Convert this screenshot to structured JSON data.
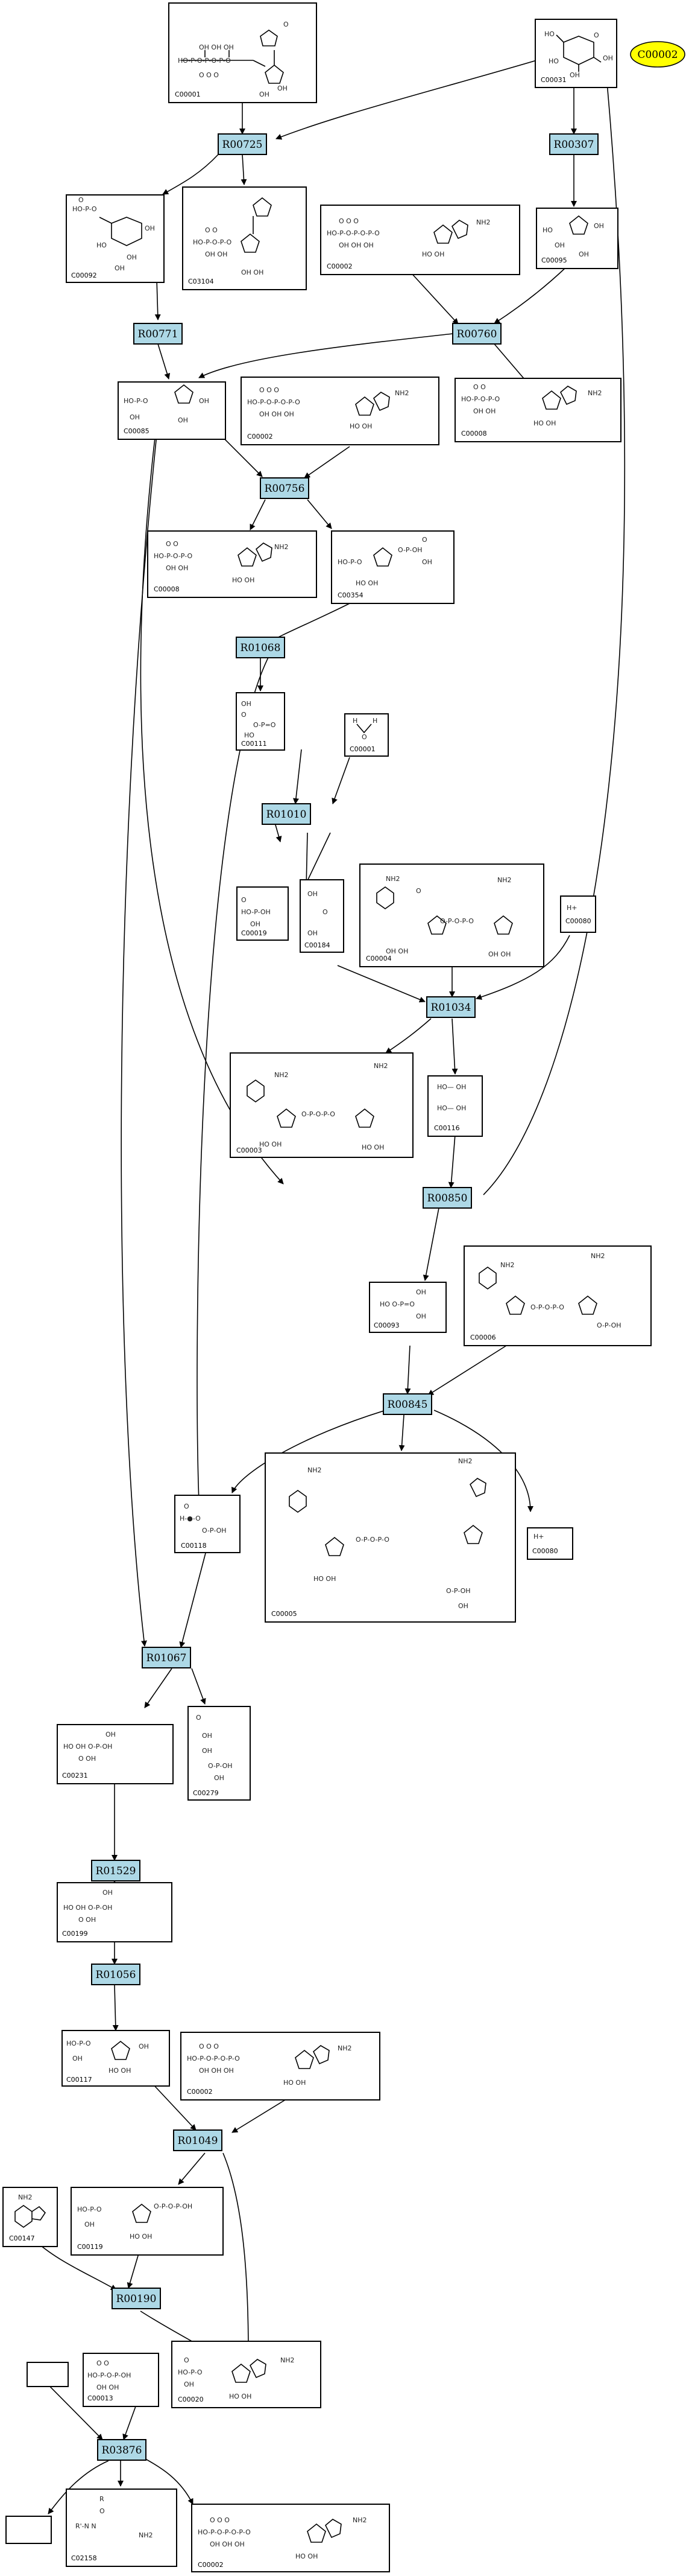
{
  "highlight": {
    "label": "C00002",
    "color": "#ffff00"
  },
  "colors": {
    "reaction_fill": "#add8e6",
    "compound_fill": "#ffffff",
    "highlight_fill": "#ffff00"
  },
  "reactions": [
    "R00725",
    "R00307",
    "R00771",
    "R00760",
    "R00756",
    "R01068",
    "R01010",
    "R01034",
    "R00850",
    "R00845",
    "R01067",
    "R01529",
    "R01056",
    "R01049",
    "R00190",
    "R03876"
  ],
  "compounds": [
    "C00001",
    "C00031",
    "C00092",
    "C03104",
    "C00002",
    "C00095",
    "C00085",
    "C00002",
    "C00008",
    "C00008",
    "C00354",
    "C00111",
    "C00001",
    "C00019",
    "C00184",
    "C00004",
    "C00080",
    "C00003",
    "C00116",
    "C00093",
    "C00006",
    "C00118",
    "C00005",
    "C00080",
    "C00231",
    "C00279",
    "C00199",
    "C00117",
    "C00002",
    "C00119",
    "C00147",
    "C00013",
    "C00020",
    "C02158",
    "C00002"
  ],
  "glyph_text": {
    "oh": "OH",
    "ho": "HO",
    "o": "O",
    "p": "P",
    "n": "N",
    "h": "H",
    "r": "R",
    "nh2": "NH2",
    "hplus": "H+",
    "hop": "HO-P",
    "hopo": "HO-P-O"
  }
}
